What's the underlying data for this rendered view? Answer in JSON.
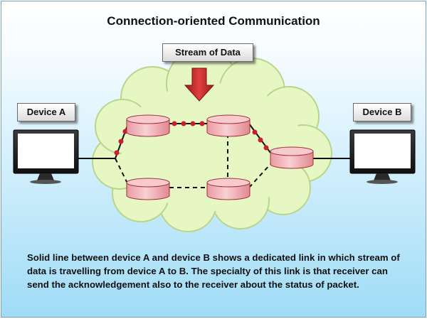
{
  "title": "Connection-oriented Communication",
  "labels": {
    "stream": "Stream of Data",
    "device_a": "Device  A",
    "device_b": "Device  B"
  },
  "caption": "Solid line between device A and device B shows a dedicated link in which stream of data is travelling from device A to B. The specialty of this link is that receiver  can send the acknowledgement  also to the receiver about the status of packet.",
  "colors": {
    "cloud_fill": "#e6f7c4",
    "cloud_stroke": "#b8d68a",
    "router_fill": "#f2b3b8",
    "router_stroke": "#a0303a",
    "data_dot": "#c8202a",
    "arrow": "#c62828",
    "background_bottom": "#9fdcf6"
  }
}
